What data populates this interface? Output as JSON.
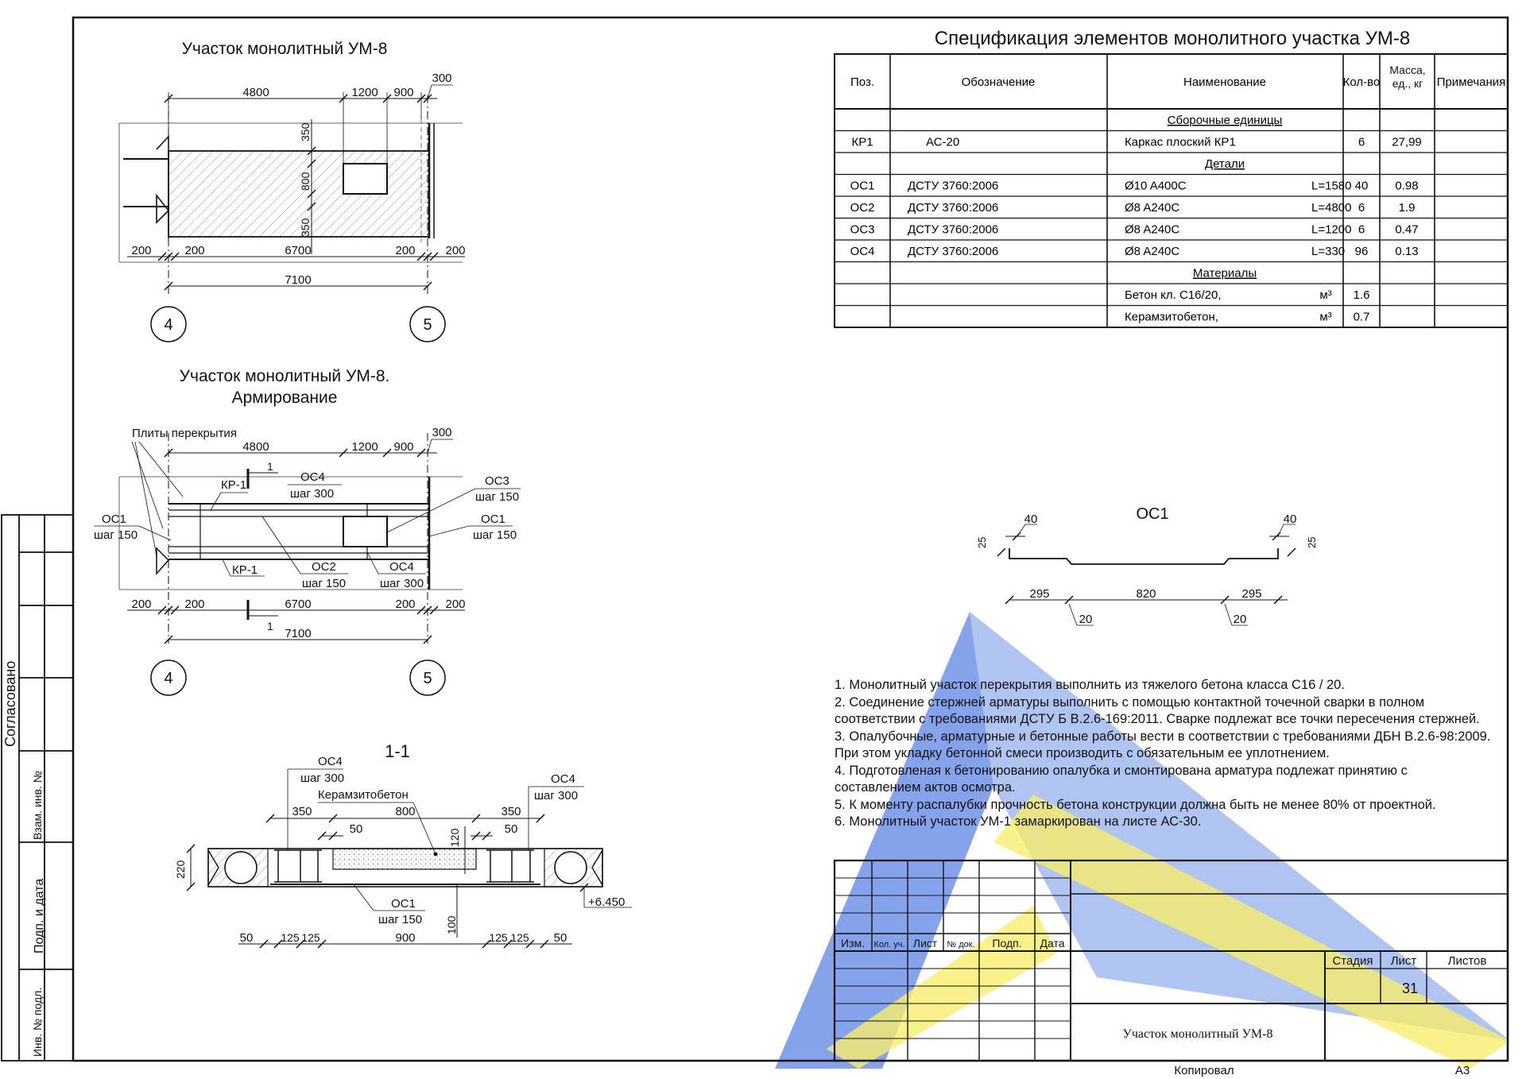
{
  "plan": {
    "title": "Участок монолитный УМ-8",
    "dims_top": [
      "4800",
      "1200",
      "900",
      "300"
    ],
    "dims_side": [
      "350",
      "800",
      "350"
    ],
    "dims_bottom": [
      "200",
      "200",
      "6700",
      "200",
      "200"
    ],
    "dim_total": "7100",
    "axes": [
      "4",
      "5"
    ]
  },
  "reinf": {
    "title_line1": "Участок монолитный УМ-8.",
    "title_line2": "Армирование",
    "slabs_label": "Плиты перекрытия",
    "dims_top": [
      "4800",
      "1200",
      "900",
      "300"
    ],
    "dims_bottom": [
      "200",
      "200",
      "6700",
      "200",
      "200"
    ],
    "dim_total": "7100",
    "axes": [
      "4",
      "5"
    ],
    "kp1": "КР-1",
    "cut_mark": "1",
    "os4_top": "ОС4",
    "os4_top_step": "шаг 300",
    "os3": "ОС3",
    "os3_step": "шаг 150",
    "os1_left": "ОС1",
    "os1_left_step": "шаг 150",
    "os1_right": "ОС1",
    "os1_right_step": "шаг 150",
    "os2": "ОС2",
    "os2_step": "шаг 150",
    "os4_bot": "ОС4",
    "os4_bot_step": "шаг 300"
  },
  "section": {
    "title": "1-1",
    "os4_left": "ОС4",
    "os4_left_step": "шаг 300",
    "os4_right": "ОС4",
    "os4_right_step": "шаг 300",
    "keramzit": "Керамзитобетон",
    "dims_top": [
      "350",
      "800",
      "350"
    ],
    "dims_inner": [
      "50",
      "50"
    ],
    "dim_120": "120",
    "dim_220": "220",
    "os1": "ОС1",
    "os1_step": "шаг 150",
    "dim_100": "100",
    "elevation": "+6.450",
    "dims_bottom": [
      "50",
      "125",
      "125",
      "900",
      "125",
      "125",
      "50"
    ]
  },
  "os1_detail": {
    "title": "ОС1",
    "dims_top": [
      "40",
      "40"
    ],
    "dims_side": [
      "25",
      "25"
    ],
    "dims_bottom": [
      "295",
      "820",
      "295"
    ],
    "dims_bend": [
      "20",
      "20"
    ]
  },
  "spec": {
    "title": "Спецификация элементов монолитного участка УМ-8",
    "headers": [
      "Поз.",
      "Обозначение",
      "Наименование",
      "Кол-во",
      "Масса, ед., кг",
      "Примечания"
    ],
    "rows": [
      {
        "section": "Сборочные единицы"
      },
      {
        "pos": "КР1",
        "designation": "АС-20",
        "name": "Каркас плоский КР1",
        "len": "",
        "qty": "6",
        "mass": "27,99"
      },
      {
        "section": "Детали"
      },
      {
        "pos": "ОС1",
        "designation": "ДСТУ 3760:2006",
        "name": "Ø10 A400C",
        "len": "L=1580",
        "qty": "40",
        "mass": "0.98"
      },
      {
        "pos": "ОС2",
        "designation": "ДСТУ 3760:2006",
        "name": "Ø8 A240C",
        "len": "L=4800",
        "qty": "6",
        "mass": "1.9"
      },
      {
        "pos": "ОС3",
        "designation": "ДСТУ 3760:2006",
        "name": "Ø8 A240C",
        "len": "L=1200",
        "qty": "6",
        "mass": "0.47"
      },
      {
        "pos": "ОС4",
        "designation": "ДСТУ 3760:2006",
        "name": "Ø8 A240C",
        "len": "L=330",
        "qty": "96",
        "mass": "0.13"
      },
      {
        "section": "Материалы"
      },
      {
        "pos": "",
        "designation": "",
        "name": "Бетон кл. С16/20,",
        "len": "м³",
        "qty": "1.6",
        "mass": ""
      },
      {
        "pos": "",
        "designation": "",
        "name": "Керамзитобетон,",
        "len": "м³",
        "qty": "0.7",
        "mass": ""
      }
    ]
  },
  "notes": [
    "1. Монолитный участок перекрытия выполнить из тяжелого бетона класса С16 / 20.",
    "2. Соединение стержней арматуры выполнить с помощью контактной точечной сварки в полном соответствии с требованиями ДСТУ Б В.2.6-169:2011. Сварке подлежат все точки пересечения стержней.",
    "3. Опалубочные, арматурные и бетонные работы вести в соответствии с требованиями ДБН В.2.6-98:2009. При этом укладку бетонной смеси производить с обязательным ее уплотнением.",
    "4. Подготовленая к бетонированию опалубка и смонтирована арматура подлежат принятию с составлением актов осмотра.",
    "5. К моменту распалубки прочность бетона конструкции должна быть не менее 80% от проектной.",
    "6. Монолитный участок УМ-1 замаркирован на листе АС-30."
  ],
  "stamp": {
    "headers": [
      "Изм.",
      "Кол. уч.",
      "Лист",
      "№ док.",
      "Подп.",
      "Дата"
    ],
    "stage_label": "Стадия",
    "sheet_label": "Лист",
    "sheets_label": "Листов",
    "sheet_no": "31",
    "name": "Участок монолитный УМ-8",
    "copied": "Копировал",
    "format": "А3"
  },
  "side": {
    "agreed": "Согласовано",
    "inv_replace": "Взам. инв. №",
    "sign_date": "Подп. и дата",
    "inv_orig": "Инв. № подл."
  }
}
